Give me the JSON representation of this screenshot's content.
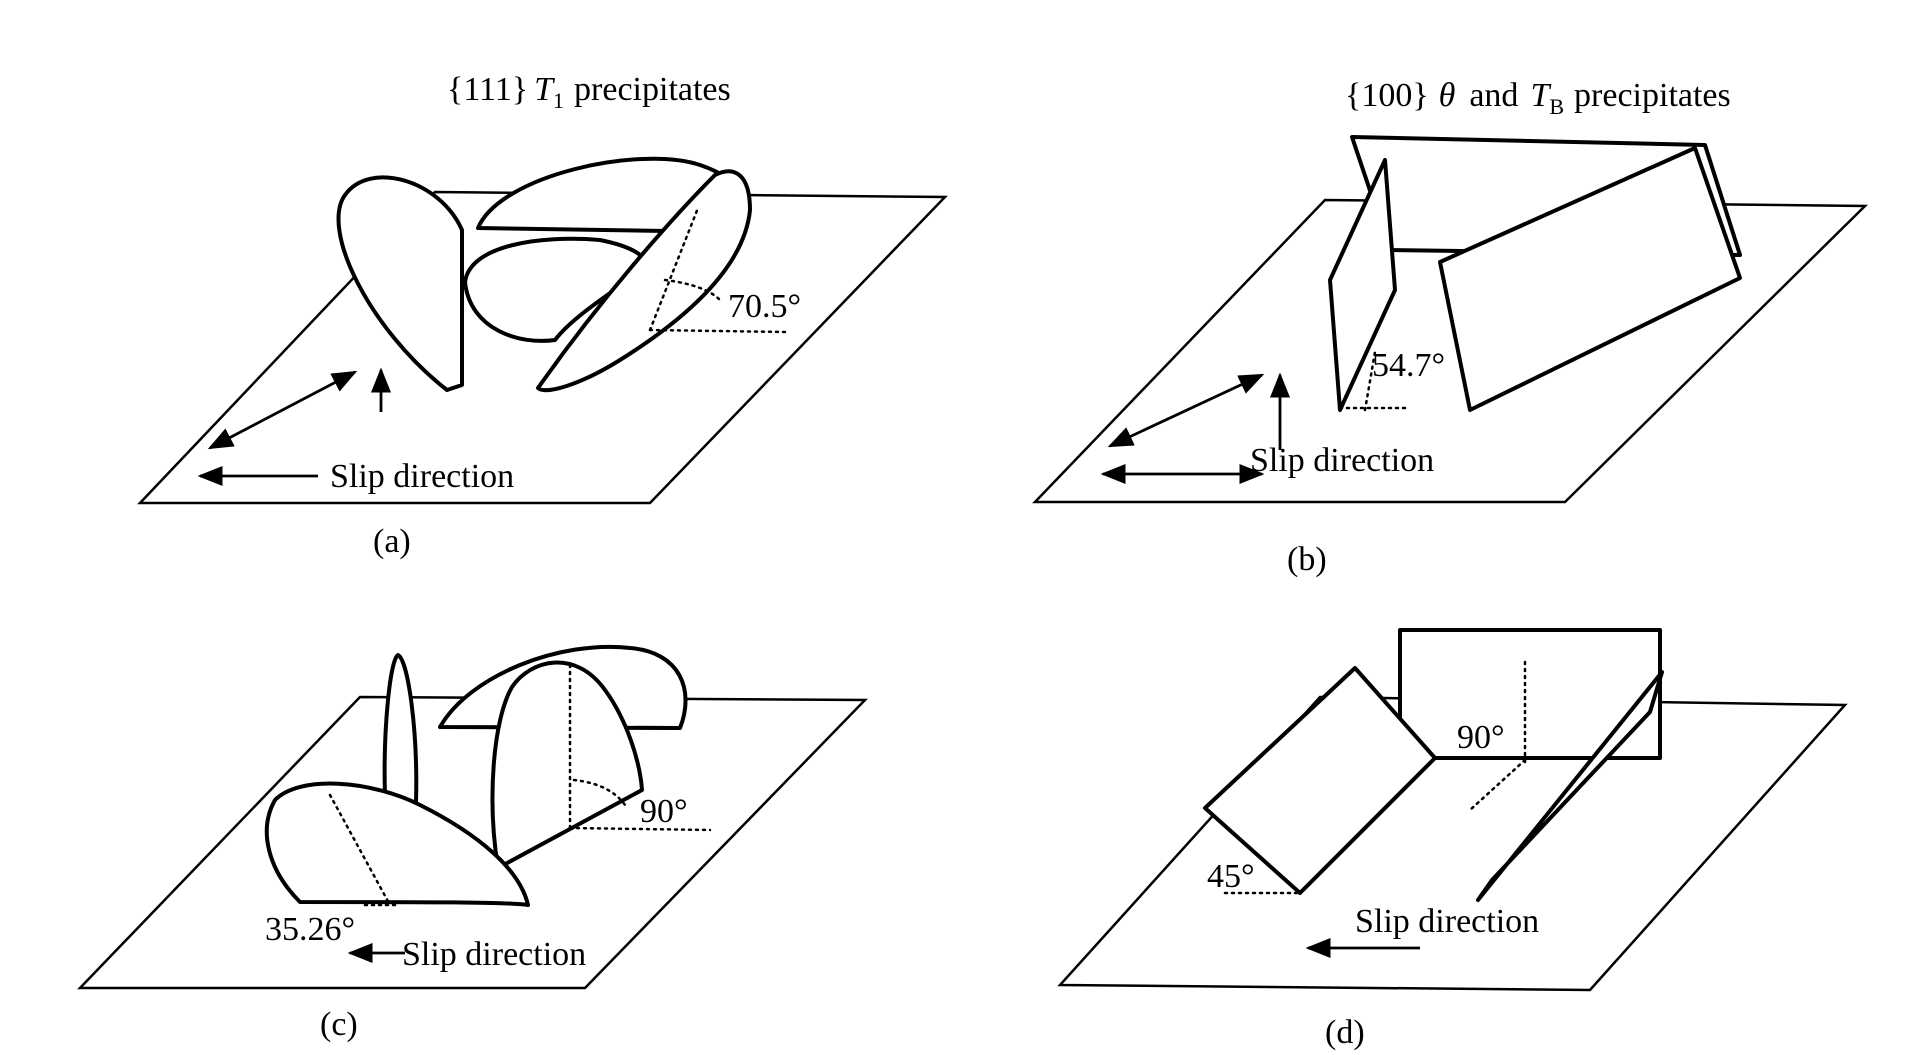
{
  "colors": {
    "line": "#000000",
    "background": "#ffffff"
  },
  "panel_a": {
    "title_prefix": "{111}",
    "title_symbol": "T",
    "title_subscript": "1",
    "title_suffix": "precipitates",
    "angle": "70.5°",
    "slip": "Slip direction",
    "label": "(a)"
  },
  "panel_b": {
    "title_prefix": "{100}",
    "title_symbol": "θ",
    "title_and": "and",
    "title_symbol2": "T",
    "title_subscript": "B",
    "title_suffix": "precipitates",
    "angle": "54.7°",
    "slip": "Slip direction",
    "label": "(b)"
  },
  "panel_c": {
    "angle_top": "90°",
    "angle_bottom": "35.26°",
    "slip": "Slip direction",
    "label": "(c)"
  },
  "panel_d": {
    "angle_top": "90°",
    "angle_bottom": "45°",
    "slip": "Slip direction",
    "label": "(d)"
  }
}
